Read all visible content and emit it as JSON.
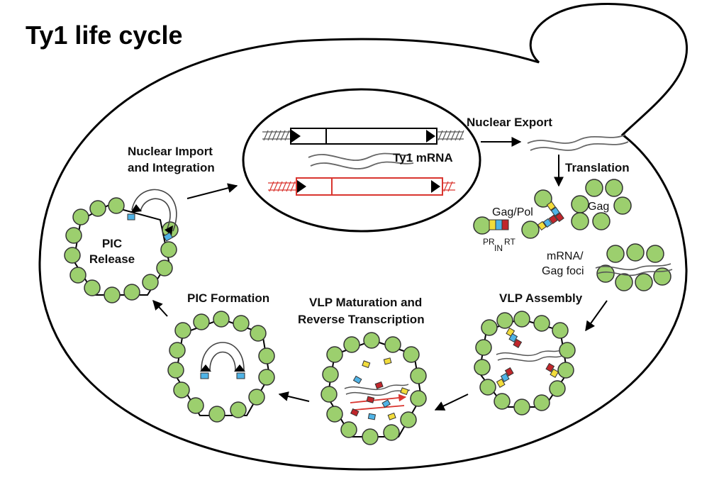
{
  "title": "Ty1 life cycle",
  "labels": {
    "nuclear_export": "Nuclear Export",
    "translation": "Translation",
    "ty1_mrna": "Ty1 mRNA",
    "nuclear_import_line1": "Nuclear Import",
    "nuclear_import_line2": "and Integration",
    "gag_pol": "Gag/Pol",
    "gag": "Gag",
    "pr": "PR",
    "in": "IN",
    "rt": "RT",
    "mrna_gag_foci_line1": "mRNA/",
    "mrna_gag_foci_line2": "Gag foci",
    "pic_release_line1": "PIC",
    "pic_release_line2": "Release",
    "pic_formation": "PIC Formation",
    "vlp_maturation_line1": "VLP Maturation and",
    "vlp_maturation_line2": "Reverse Transcription",
    "vlp_assembly": "VLP Assembly"
  },
  "colors": {
    "capsomer_green": "#9ccf6e",
    "pr_yellow": "#f2dc3b",
    "in_blue": "#4fb3e6",
    "rt_red": "#c0262b",
    "integrated_red": "#d9352f",
    "outline_black": "#000000"
  }
}
